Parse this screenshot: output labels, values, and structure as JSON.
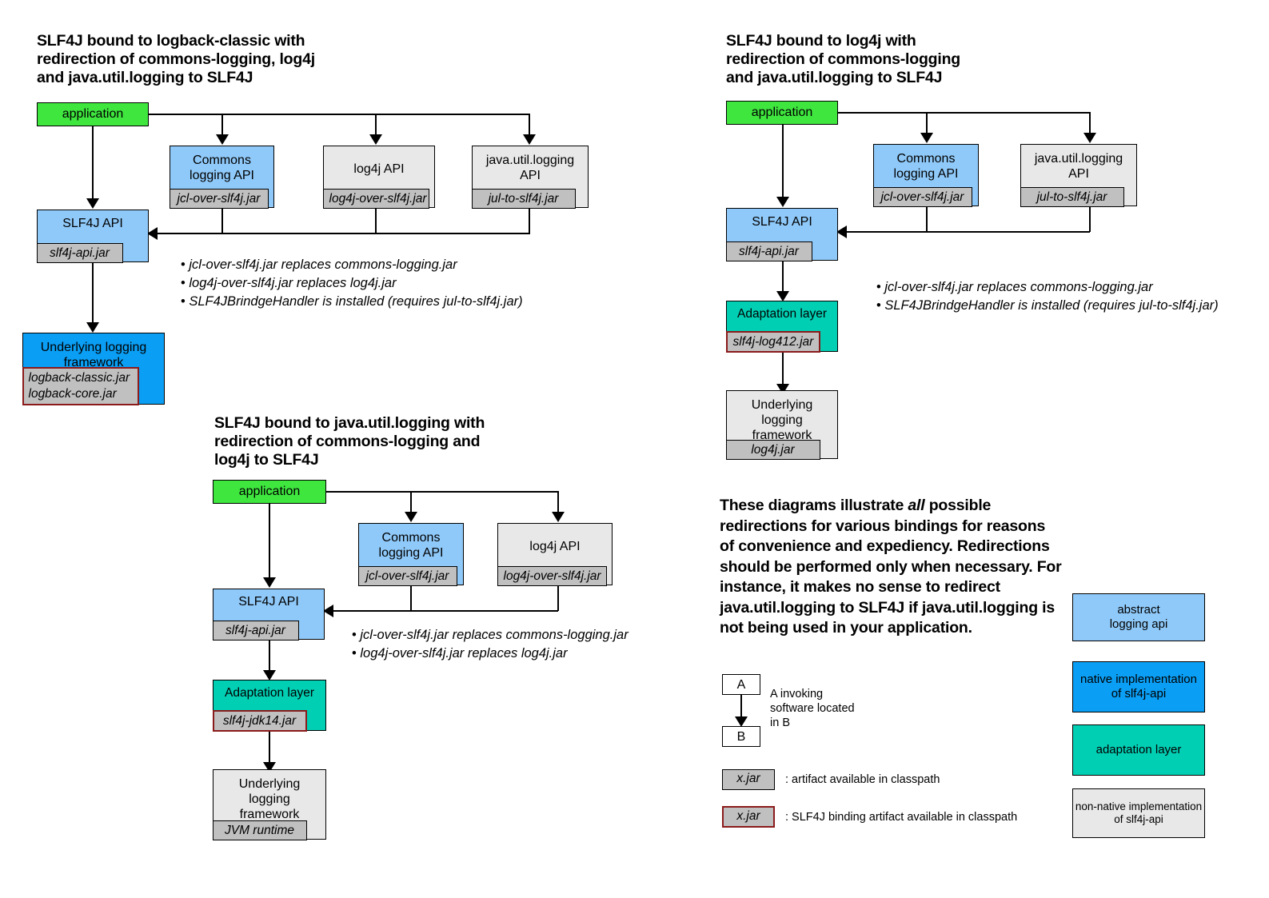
{
  "diagram1": {
    "title": "SLF4J bound to logback-classic with\nredirection of commons-logging, log4j\nand java.util.logging to SLF4J",
    "title_lines": [
      "SLF4J bound to logback-classic with",
      "redirection of commons-logging, log4j",
      "and java.util.logging to SLF4J"
    ],
    "nodes": {
      "application": "application",
      "commons": "Commons\nlogging API",
      "commons_l1": "Commons",
      "commons_l2": "logging API",
      "commons_jar": "jcl-over-slf4j.jar",
      "log4j": "log4j API",
      "log4j_jar": "log4j-over-slf4j.jar",
      "jul_l1": "java.util.logging",
      "jul_l2": "API",
      "jul_jar": "jul-to-slf4j.jar",
      "slf4j": "SLF4J API",
      "slf4j_jar": "slf4j-api.jar",
      "underlying_l1": "Underlying logging",
      "underlying_l2": "framework",
      "underlying_jar_l1": "logback-classic.jar",
      "underlying_jar_l2": "logback-core.jar"
    },
    "notes": [
      "jcl-over-slf4j.jar replaces commons-logging.jar",
      "log4j-over-slf4j.jar replaces log4j.jar",
      "SLF4JBrindgeHandler is installed (requires jul-to-slf4j.jar)"
    ]
  },
  "diagram2": {
    "title_lines": [
      "SLF4J bound to log4j with",
      "redirection of commons-logging",
      "and java.util.logging to SLF4J"
    ],
    "nodes": {
      "application": "application",
      "commons_l1": "Commons",
      "commons_l2": "logging API",
      "commons_jar": "jcl-over-slf4j.jar",
      "jul_l1": "java.util.logging",
      "jul_l2": "API",
      "jul_jar": "jul-to-slf4j.jar",
      "slf4j": "SLF4J API",
      "slf4j_jar": "slf4j-api.jar",
      "adaptation": "Adaptation layer",
      "adaptation_jar": "slf4j-log412.jar",
      "underlying_l1": "Underlying",
      "underlying_l2": "logging",
      "underlying_l3": "framework",
      "underlying_jar": "log4j.jar"
    },
    "notes": [
      "jcl-over-slf4j.jar replaces commons-logging.jar",
      "SLF4JBrindgeHandler is installed (requires jul-to-slf4j.jar)"
    ]
  },
  "diagram3": {
    "title_lines": [
      "SLF4J bound to java.util.logging with",
      "redirection of commons-logging and",
      "log4j to SLF4J"
    ],
    "nodes": {
      "application": "application",
      "commons_l1": "Commons",
      "commons_l2": "logging API",
      "commons_jar": "jcl-over-slf4j.jar",
      "log4j": "log4j API",
      "log4j_jar": "log4j-over-slf4j.jar",
      "slf4j": "SLF4J API",
      "slf4j_jar": "slf4j-api.jar",
      "adaptation": "Adaptation layer",
      "adaptation_jar": "slf4j-jdk14.jar",
      "underlying_l1": "Underlying",
      "underlying_l2": "logging",
      "underlying_l3": "framework",
      "underlying_jar": "JVM runtime"
    },
    "notes": [
      "jcl-over-slf4j.jar replaces commons-logging.jar",
      "log4j-over-slf4j.jar replaces log4j.jar"
    ]
  },
  "prose": {
    "part1": "These diagrams illustrate ",
    "emphasis": "all",
    "part2": " possible redirections for various bindings for reasons of convenience and expediency. Redirections should be performed only when necessary. For instance, it makes no sense to redirect java.util.logging to SLF4J if java.util.logging is",
    "part3": "not being used in your application."
  },
  "legend": {
    "box_a": "A",
    "box_b": "B",
    "invoke_text_l1": "A invoking",
    "invoke_text_l2": "software located",
    "invoke_text_l3": "in B",
    "chip_plain": "x.jar",
    "chip_plain_desc": ": artifact available in classpath",
    "chip_binding": "x.jar",
    "chip_binding_desc": ": SLF4J binding artifact available in classpath",
    "swatches": [
      {
        "l1": "abstract",
        "l2": "logging api",
        "color": "#8fc9f9"
      },
      {
        "l1": "native implementation",
        "l2": "of slf4j-api",
        "color": "#0a9ef4"
      },
      {
        "l1": "adaptation layer",
        "l2": "",
        "color": "#00cfb4"
      },
      {
        "l1": "non-native implementation",
        "l2": "of slf4j-api",
        "color": "#e8e8e8"
      }
    ]
  },
  "colors": {
    "application_green": "#3ee63e",
    "abstract_api_blue": "#8fc9f9",
    "native_blue": "#0a9ef4",
    "adaptation_teal": "#00cfb4",
    "non_native_gray": "#e8e8e8",
    "jar_gray": "#c0c0c0",
    "binding_border": "#8b1a1a",
    "stroke": "#000000"
  }
}
